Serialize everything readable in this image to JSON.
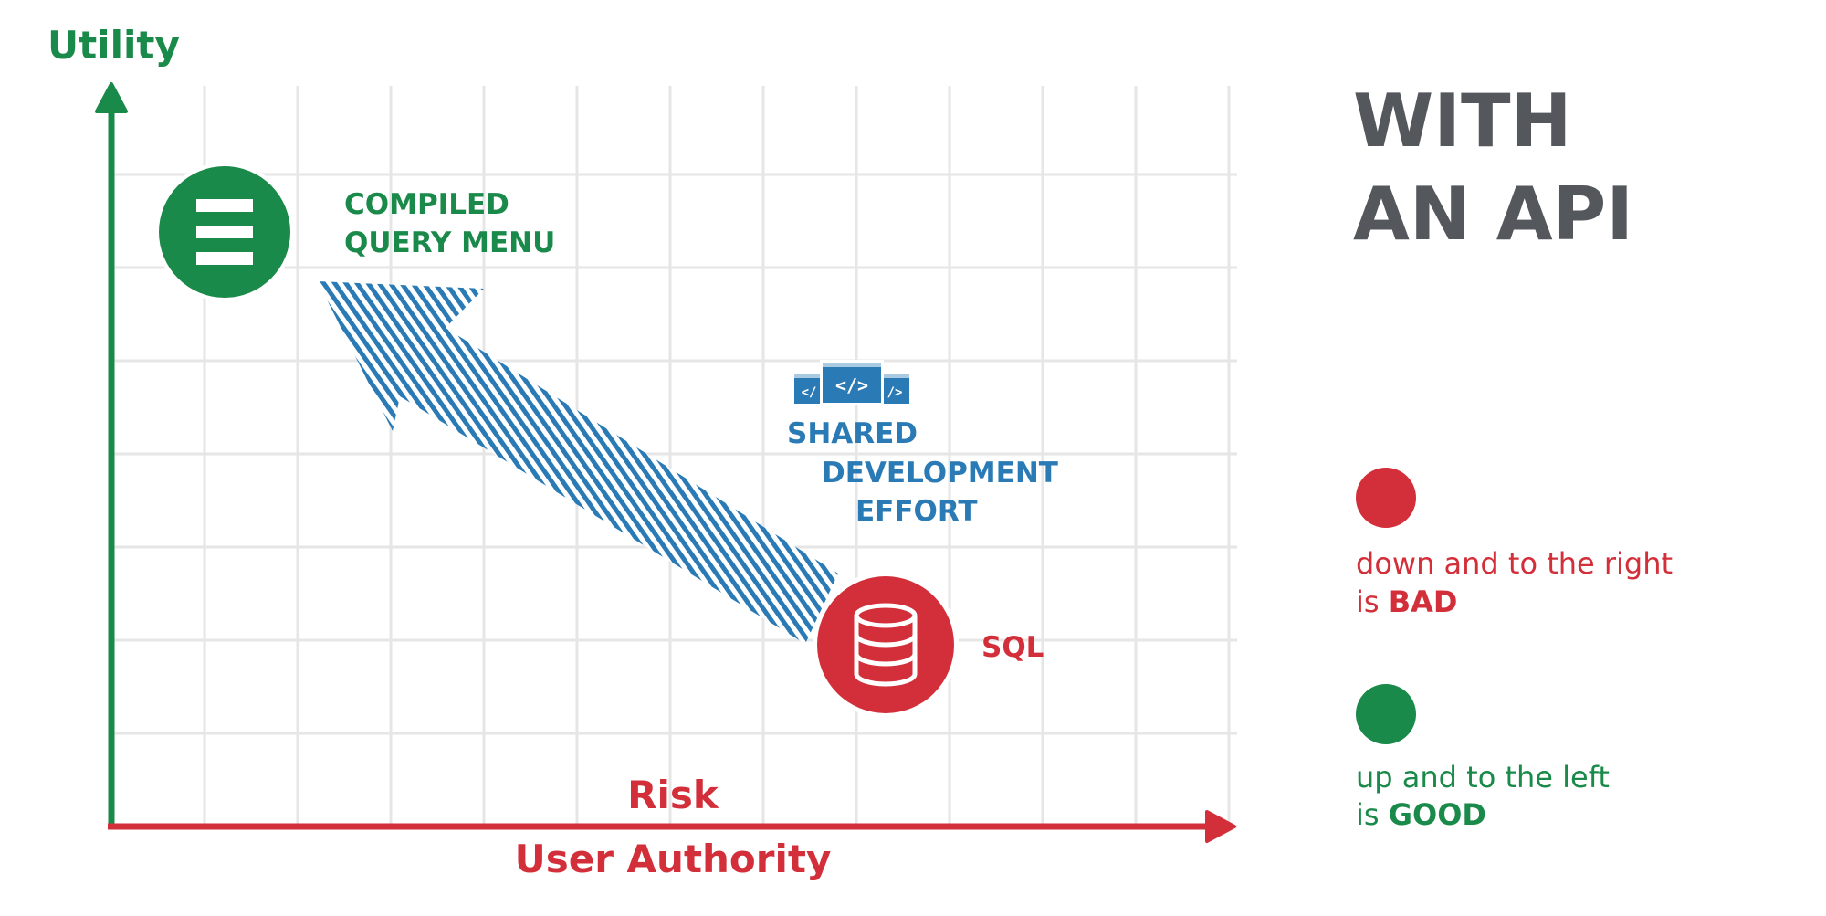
{
  "colors": {
    "green": "#1a8a4a",
    "red": "#d32f3a",
    "blue": "#2a7ab5",
    "grid": "#e6e6e6",
    "title": "#54575b"
  },
  "axes": {
    "y_label": "Utility",
    "x_label_top": "Risk",
    "x_label_bottom": "User Authority"
  },
  "title": {
    "line1": "WITH",
    "line2": "AN API"
  },
  "nodes": {
    "compiled": {
      "icon": "menu-icon",
      "label_line1": "COMPILED",
      "label_line2": "QUERY MENU"
    },
    "sql": {
      "icon": "database-icon",
      "label": "SQL"
    }
  },
  "effort": {
    "icon": "code-windows-icon",
    "line1": "SHARED",
    "line2": "DEVELOPMENT",
    "line3": "EFFORT"
  },
  "legend": {
    "bad": {
      "line1": "down and to the right",
      "prefix": "is ",
      "strong": "BAD"
    },
    "good": {
      "line1": "up and to the left",
      "prefix": "is ",
      "strong": "GOOD"
    }
  }
}
